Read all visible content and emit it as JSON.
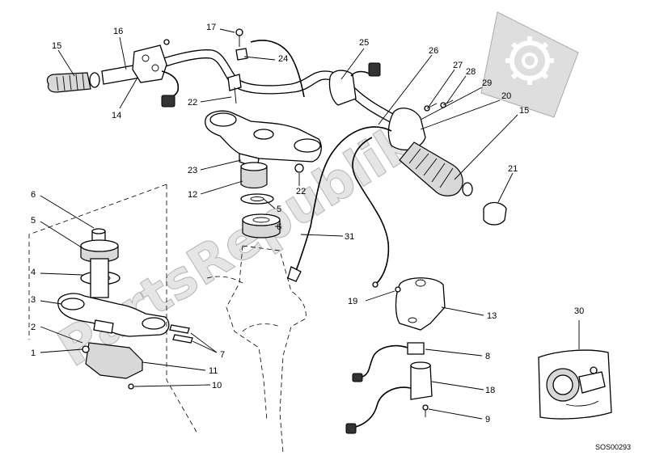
{
  "watermark": {
    "text": "PartsRepublik",
    "icon": "gear-icon"
  },
  "drawing_code": "SOS00293",
  "callouts": [
    {
      "id": "c15a",
      "text": "15"
    },
    {
      "id": "c16",
      "text": "16"
    },
    {
      "id": "c14",
      "text": "14"
    },
    {
      "id": "c17",
      "text": "17"
    },
    {
      "id": "c24",
      "text": "24"
    },
    {
      "id": "c22a",
      "text": "22"
    },
    {
      "id": "c25",
      "text": "25"
    },
    {
      "id": "c26",
      "text": "26"
    },
    {
      "id": "c27",
      "text": "27"
    },
    {
      "id": "c28",
      "text": "28"
    },
    {
      "id": "c29",
      "text": "29"
    },
    {
      "id": "c20",
      "text": "20"
    },
    {
      "id": "c15b",
      "text": "15"
    },
    {
      "id": "c21",
      "text": "21"
    },
    {
      "id": "c23",
      "text": "23"
    },
    {
      "id": "c12",
      "text": "12"
    },
    {
      "id": "c22b",
      "text": "22"
    },
    {
      "id": "c5a",
      "text": "5"
    },
    {
      "id": "c6a",
      "text": "6"
    },
    {
      "id": "c31",
      "text": "31"
    },
    {
      "id": "c6b",
      "text": "6"
    },
    {
      "id": "c5b",
      "text": "5"
    },
    {
      "id": "c4",
      "text": "4"
    },
    {
      "id": "c3",
      "text": "3"
    },
    {
      "id": "c2",
      "text": "2"
    },
    {
      "id": "c1",
      "text": "1"
    },
    {
      "id": "c7",
      "text": "7"
    },
    {
      "id": "c11",
      "text": "11"
    },
    {
      "id": "c10",
      "text": "10"
    },
    {
      "id": "c19",
      "text": "19"
    },
    {
      "id": "c13",
      "text": "13"
    },
    {
      "id": "c8",
      "text": "8"
    },
    {
      "id": "c18",
      "text": "18"
    },
    {
      "id": "c9",
      "text": "9"
    },
    {
      "id": "c30",
      "text": "30"
    }
  ]
}
